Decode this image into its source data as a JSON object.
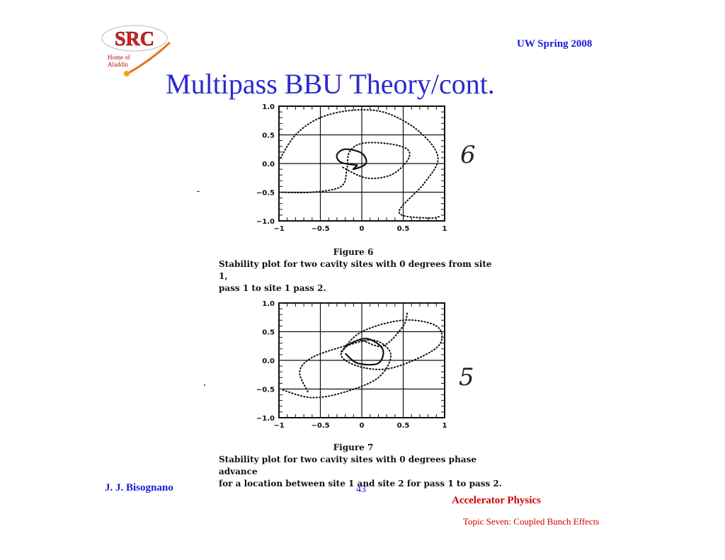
{
  "header": {
    "right": "UW Spring 2008",
    "title": "Multipass BBU Theory/cont."
  },
  "logo": {
    "text": "SRC",
    "sub1": "Home of",
    "sub2": "Aladdin"
  },
  "footer": {
    "author": "J. J. Bisognano",
    "page": "43",
    "course": "Accelerator Physics",
    "topic": "Topic Seven: Coupled Bunch Effects"
  },
  "handwritten": [
    "6",
    "5"
  ],
  "colors": {
    "title": "#2a2ad0",
    "footer_right": "#d20000",
    "logo_red": "#d42222"
  },
  "chart_data": [
    {
      "type": "line",
      "figure_label": "Figure 6",
      "caption_lines": [
        "Stability plot for two cavity sites with 0 degrees from site 1,",
        "pass 1 to site 1 pass 2."
      ],
      "xlim": [
        -1,
        1
      ],
      "ylim": [
        -1,
        1
      ],
      "xticks": [
        "−1",
        "−0.5",
        "0",
        "0.5",
        "1"
      ],
      "yticks": [
        "1.0",
        "0.5",
        "0.0",
        "−0.5",
        "−1.0"
      ],
      "grid": true,
      "series": [
        {
          "style": "dotted",
          "points": [
            [
              -1,
              0.05
            ],
            [
              -0.8,
              0.5
            ],
            [
              -0.5,
              0.8
            ],
            [
              -0.1,
              0.93
            ],
            [
              0.3,
              0.88
            ],
            [
              0.7,
              0.55
            ],
            [
              0.92,
              0.1
            ],
            [
              0.75,
              -0.35
            ],
            [
              0.45,
              -0.85
            ],
            [
              0.8,
              -0.95
            ],
            [
              0.95,
              -0.92
            ]
          ]
        },
        {
          "style": "dotted",
          "points": [
            [
              -1,
              -0.5
            ],
            [
              -0.6,
              -0.5
            ],
            [
              -0.25,
              -0.4
            ],
            [
              -0.18,
              -0.1
            ],
            [
              -0.15,
              0.2
            ],
            [
              0,
              0.35
            ],
            [
              0.3,
              0.35
            ],
            [
              0.55,
              0.25
            ],
            [
              0.55,
              0.05
            ],
            [
              0.35,
              -0.2
            ],
            [
              0.05,
              -0.25
            ],
            [
              -0.25,
              -0.05
            ]
          ]
        },
        {
          "style": "solid",
          "points": [
            [
              -0.05,
              -0.03
            ],
            [
              -0.25,
              0.02
            ],
            [
              -0.3,
              0.15
            ],
            [
              -0.2,
              0.25
            ],
            [
              0,
              0.18
            ],
            [
              0.05,
              0.0
            ],
            [
              -0.1,
              -0.1
            ],
            [
              -0.05,
              -0.03
            ]
          ]
        }
      ]
    },
    {
      "type": "line",
      "figure_label": "Figure 7",
      "caption_lines": [
        "Stability plot for two cavity sites with 0 degrees phase advance",
        "for a location between site 1 and site 2 for pass 1 to pass 2."
      ],
      "xlim": [
        -1,
        1
      ],
      "ylim": [
        -1,
        1
      ],
      "xticks": [
        "−1",
        "−0.5",
        "0",
        "0.5",
        "1"
      ],
      "yticks": [
        "1.0",
        "0.5",
        "0.0",
        "−0.5",
        "−1.0"
      ],
      "grid": true,
      "series": [
        {
          "style": "dotted",
          "points": [
            [
              -0.95,
              -0.52
            ],
            [
              -0.6,
              -0.65
            ],
            [
              -0.2,
              -0.55
            ],
            [
              0.2,
              -0.3
            ],
            [
              0.35,
              0.1
            ],
            [
              0.15,
              0.35
            ],
            [
              -0.2,
              0.25
            ],
            [
              -0.6,
              0.05
            ],
            [
              -0.75,
              -0.2
            ],
            [
              -0.65,
              -0.55
            ]
          ]
        },
        {
          "style": "dotted",
          "points": [
            [
              -0.25,
              0.15
            ],
            [
              0.0,
              0.5
            ],
            [
              0.5,
              0.7
            ],
            [
              0.9,
              0.6
            ],
            [
              0.95,
              0.3
            ],
            [
              0.7,
              0.05
            ],
            [
              0.3,
              -0.15
            ],
            [
              -0.05,
              -0.1
            ],
            [
              -0.25,
              0.1
            ],
            [
              -0.05,
              0.35
            ],
            [
              0.25,
              0.25
            ],
            [
              0.5,
              0.6
            ],
            [
              0.55,
              0.85
            ]
          ]
        },
        {
          "style": "solid",
          "points": [
            [
              -0.2,
              0.25
            ],
            [
              0.05,
              0.38
            ],
            [
              0.25,
              0.2
            ],
            [
              0.2,
              -0.05
            ],
            [
              -0.05,
              -0.05
            ],
            [
              -0.2,
              0.12
            ]
          ]
        }
      ]
    }
  ]
}
